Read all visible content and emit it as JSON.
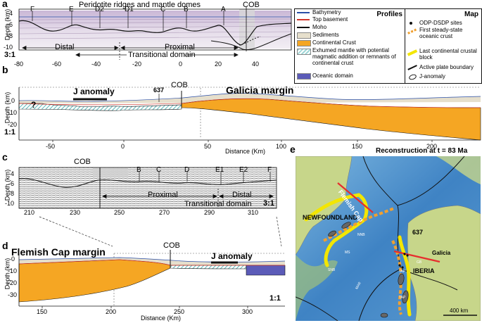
{
  "panel_a": {
    "letter": "a",
    "title": "Peridotite ridges and mantle domes",
    "cob_label": "COB",
    "ridge_labels": [
      "F",
      "E",
      "D2",
      "D1",
      "C",
      "B",
      "A"
    ],
    "ylabel": "Depth (km)",
    "y_ticks": [
      "-4",
      "-6",
      "-8",
      "-10"
    ],
    "x_ticks": [
      "-80",
      "-60",
      "-40",
      "-20",
      "0",
      "20",
      "40"
    ],
    "ratio": "3:1",
    "distal": "Distal",
    "proximal": "Proximal",
    "transitional": "Transitional domain"
  },
  "legend_profiles": {
    "title": "Profiles",
    "items": [
      {
        "label": "Bathymetry",
        "swatch": "#2a4fa8",
        "kind": "line"
      },
      {
        "label": "Top basement",
        "swatch": "#d0352b",
        "kind": "line"
      },
      {
        "label": "Moho",
        "swatch": "#111111",
        "kind": "line"
      },
      {
        "label": "Sediments",
        "swatch": "#e6dfcc",
        "kind": "box"
      },
      {
        "label": "Continental Crust",
        "swatch": "#f5a623",
        "kind": "box"
      },
      {
        "label": "Exhumed mantle with potential magmatic addition or remnants of continental crust",
        "swatch": "#9fd6d6",
        "kind": "hatch"
      },
      {
        "label": "Oceanic domain",
        "swatch": "#5b5bb8",
        "kind": "box"
      }
    ]
  },
  "legend_map": {
    "title": "Map",
    "items": [
      {
        "label": "ODP-DSDP sites",
        "kind": "dot"
      },
      {
        "label": "First steady-state oceanic crust",
        "kind": "orange-dash"
      },
      {
        "label": "Last continental crustal block",
        "kind": "yellow"
      },
      {
        "label": "Active plate boundary",
        "kind": "black-line"
      },
      {
        "label": "J-anomaly",
        "kind": "ellipse"
      }
    ]
  },
  "panel_b": {
    "letter": "b",
    "j_anomaly": "J anomaly",
    "site": "637",
    "cob_label": "COB",
    "margin": "Galicia margin",
    "question": "?",
    "ylabel": "Depth (km)",
    "y_ticks": [
      "0",
      "-10",
      "-20"
    ],
    "x_ticks": [
      "-50",
      "0",
      "50",
      "100",
      "150",
      "200"
    ],
    "ratio": "1:1",
    "xlabel": "Distance (Km)"
  },
  "panel_c": {
    "letter": "c",
    "cob_label": "COB",
    "ridge_labels": [
      "B",
      "C",
      "D",
      "E1",
      "E2",
      "F"
    ],
    "ylabel": "Depth (km)",
    "y_ticks": [
      "-4",
      "-6",
      "-8",
      "-10"
    ],
    "x_ticks": [
      "210",
      "230",
      "250",
      "270",
      "290",
      "310"
    ],
    "proximal": "Proximal",
    "distal": "Distal",
    "transitional": "Transitional domain",
    "ratio": "3:1"
  },
  "panel_d": {
    "letter": "d",
    "margin": "Flemish Cap margin",
    "cob_label": "COB",
    "j_anomaly": "J anomaly",
    "ylabel": "Depth (km)",
    "y_ticks": [
      "0",
      "-10",
      "-20",
      "-30"
    ],
    "x_ticks": [
      "150",
      "200",
      "250",
      "300"
    ],
    "ratio": "1:1",
    "xlabel": "Distance (Km)"
  },
  "panel_e": {
    "letter": "e",
    "title": "Reconstruction at t = 83 Ma",
    "newfoundland": "NEWFOUNDLAND",
    "flemish_cap": "Flemish Cap",
    "iberia": "IBERIA",
    "galicia": "Galicia",
    "site": "637",
    "scale": "400 km",
    "small_labels": [
      "NNB",
      "MS",
      "SNB",
      "MAR",
      "GB",
      "IAP",
      "TAP"
    ]
  },
  "colors": {
    "orange": "#f5a623",
    "sediment": "#e6dfcc",
    "oceanic": "#5b5bb8",
    "hatch": "#9fd6d6",
    "sea": "#3a7fc1",
    "land": "#c9d98d"
  }
}
